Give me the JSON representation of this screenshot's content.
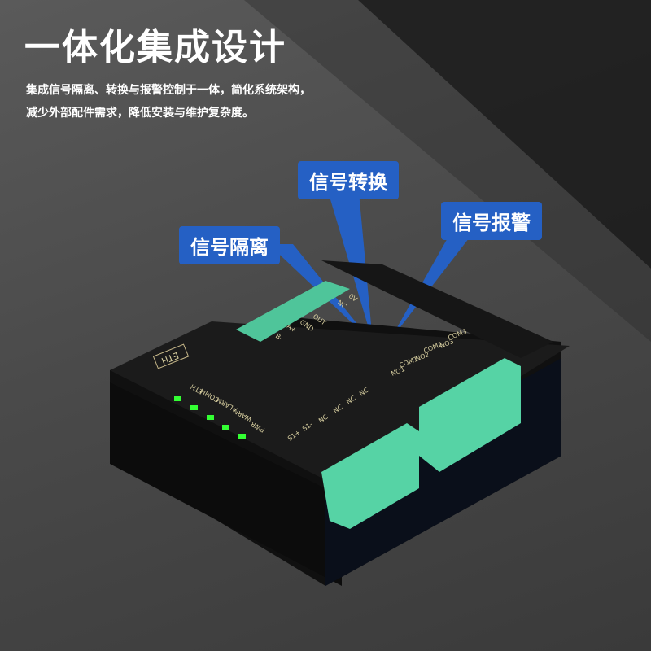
{
  "heading": {
    "title": "一体化集成设计",
    "subtitle_line1": "集成信号隔离、转换与报警控制于一体，简化系统架构，",
    "subtitle_line2": "减少外部配件需求，降低安装与维护复杂度。"
  },
  "callouts": [
    {
      "label": "信号隔离"
    },
    {
      "label": "信号转换"
    },
    {
      "label": "信号报警"
    }
  ],
  "device": {
    "port_label": "ETH",
    "leds": [
      {
        "label": "ETH",
        "color": "#33ff33"
      },
      {
        "label": "COMM",
        "color": "#33ff33"
      },
      {
        "label": "ALARM",
        "color": "#33ff33"
      },
      {
        "label": "WARN",
        "color": "#33ff33"
      },
      {
        "label": "PWR",
        "color": "#33ff33"
      }
    ],
    "top_terminals": [
      "B-",
      "A+",
      "GND",
      "OUT",
      "NC",
      "0V"
    ],
    "relay_terminals": [
      "NO1",
      "COM1",
      "NO2",
      "COM2",
      "NO3",
      "COM3"
    ],
    "front_terminals": [
      "S1+",
      "S1-",
      "NC",
      "NC",
      "NC",
      "NC"
    ]
  },
  "colors": {
    "callout": "#2560c4",
    "terminal": "#4fc59a",
    "body": "#151515"
  }
}
